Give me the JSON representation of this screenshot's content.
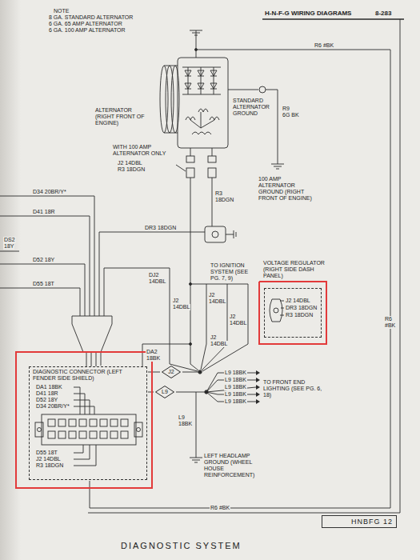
{
  "diagram": {
    "title": "H-N-F-G WIRING DIAGRAMS",
    "caption": "DIAGNOSTIC SYSTEM",
    "nodes": [
      {
        "text": [
          "DIAGNOSTIC CONNECTOR (LEFT FENDER SIDE SHIELD)"
        ]
      },
      {
        "text": [
          "VOLTAGE REGULATOR (RIGHT SIDE DASH PANEL)"
        ]
      },
      {
        "text": [
          "J2"
        ]
      },
      {
        "text": [
          "L9"
        ]
      },
      {
        "text": [
          "HNBFG 12"
        ]
      }
    ],
    "labels": [
      "8-283",
      "NOTE",
      "8 GA. STANDARD ALTERNATOR",
      "6 GA. 65 AMP ALTERNATOR",
      "6 GA. 100 AMP ALTERNATOR",
      "R6 #BK",
      "ALTERNATOR (RIGHT FRONT OF ENGINE)",
      "STANDARD ALTERNATOR GROUND",
      "R9",
      "6G BK",
      "100 AMP ALTERNATOR GROUND (RIGHT FRONT OF ENGINE)",
      "WITH 100 AMP ALTERNATOR ONLY",
      "J2 14DBL",
      "R3 18DGN",
      "R3",
      "18DGN",
      "DR3 18DGN",
      "D34 20BR/Y*",
      "D41 18R",
      "D52 18Y",
      "D55 18T",
      "DS2",
      "18Y",
      "DJ2",
      "14DBL",
      "J2",
      "14DBL",
      "TO IGNITION SYSTEM (SEE PG. 7, 9)",
      "J2",
      "14DBL",
      "J2",
      "14DBL",
      "J2",
      "14DBL",
      "J2 14DBL",
      "DR3 18DGN",
      "R3 18DGN",
      "R6 #BK",
      "DA2",
      "18BK",
      "L9 18BK",
      "L9 18BK",
      "L9 18BK",
      "L9 18BK",
      "L9 18BK",
      "TO FRONT END LIGHTING (SEE PG. 6, 18)",
      "L9",
      "18BK",
      "LEFT HEADLAMP GROUND (WHEEL HOUSE REINFORCEMENT)",
      "R6 #BK",
      "DA1 18BK",
      "D41 18R",
      "D52 18Y",
      "D34 20BR/Y*",
      "D55 18T",
      "J2 14DBL",
      "R3 18DGN"
    ]
  }
}
